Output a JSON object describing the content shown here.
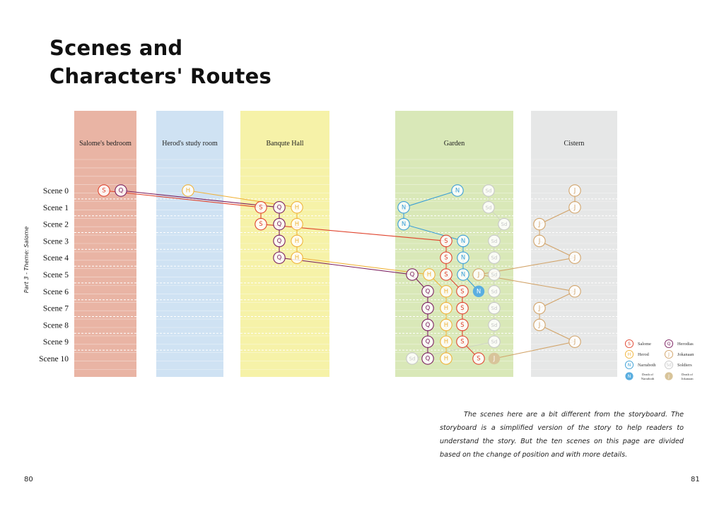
{
  "title": {
    "line1": "Scenes and",
    "line2": "Characters' Routes"
  },
  "side_label": "Part 3 - Theme: Salome",
  "locations": [
    {
      "name": "Salome's bedroom",
      "color": "#e9b4a4"
    },
    {
      "name": "Herod's study room",
      "color": "#cfe2f3"
    },
    {
      "name": "Banqute Hall",
      "color": "#f6f2a8"
    },
    {
      "name": "Garden",
      "color": "#d9e8b8"
    },
    {
      "name": "Cistern",
      "color": "#e6e7e7"
    }
  ],
  "scenes": [
    "Scene 0",
    "Scene 1",
    "Scene 2",
    "Scene 3",
    "Scene 4",
    "Scene 5",
    "Scene 6",
    "Scene 7",
    "Scene 8",
    "Scene 9",
    "Scene 10"
  ],
  "characters": {
    "S": {
      "letter": "S",
      "name": "Salome",
      "color": "#e0452f"
    },
    "Q": {
      "letter": "Q",
      "name": "Herodias",
      "color": "#7b1f5f"
    },
    "H": {
      "letter": "H",
      "name": "Herod",
      "color": "#f0b33a"
    },
    "N": {
      "letter": "N",
      "name": "Narraboth",
      "color": "#3a9fd6"
    },
    "J": {
      "letter": "J",
      "name": "Jokanaan",
      "color": "#d2a46a"
    },
    "Sd": {
      "letter": "Sd",
      "name": "Soldiers",
      "color": "#c8c8c8"
    }
  },
  "legend": {
    "items": [
      {
        "key": "S",
        "label": "Salome"
      },
      {
        "key": "Q",
        "label": "Herodias"
      },
      {
        "key": "H",
        "label": "Herod"
      },
      {
        "key": "J",
        "label": "Jokanaan"
      },
      {
        "key": "N",
        "label": "Narraboth"
      },
      {
        "key": "Sd",
        "label": "Soldiers"
      }
    ],
    "death_narraboth": {
      "line1": "Death of",
      "line2": "Narraboth",
      "letter": "N",
      "color": "#5aaee0"
    },
    "death_jokanaan": {
      "line1": "Death of",
      "line2": "Jokanaan",
      "letter": "J",
      "color": "#d8c49a"
    }
  },
  "caption": "The scenes here are a bit different from the storyboard. The storyboard is a simplified version of the story to help readers to understand the story. But the ten scenes on this page are divided based on the change of position and with more details.",
  "page_left": "80",
  "page_right": "81"
}
